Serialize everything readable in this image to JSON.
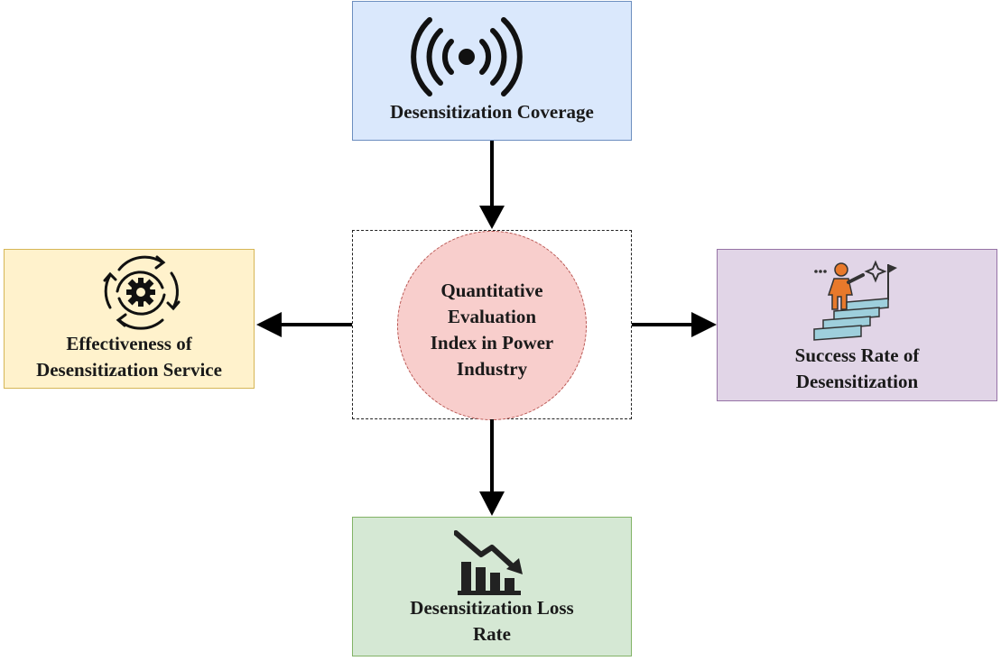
{
  "diagram": {
    "center": {
      "label": "Quantitative\nEvaluation\nIndex in Power\nIndustry"
    },
    "nodes": {
      "top": {
        "label": "Desensitization Coverage",
        "icon": "signal-broadcast-icon"
      },
      "left": {
        "label": "Effectiveness of\nDesensitization Service",
        "icon": "gear-cycle-icon"
      },
      "right": {
        "label": "Success Rate of\nDesensitization",
        "icon": "climbing-success-icon"
      },
      "bottom": {
        "label": "Desensitization Loss\nRate",
        "icon": "declining-chart-icon"
      }
    },
    "colors": {
      "top_fill": "#dae8fc",
      "top_border": "#6c8ebf",
      "left_fill": "#fff2cc",
      "left_border": "#d6b656",
      "right_fill": "#e1d5e7",
      "right_border": "#9673a6",
      "bottom_fill": "#d5e8d4",
      "bottom_border": "#82b366",
      "center_fill": "#f8cecc",
      "center_border": "#b85450"
    }
  }
}
